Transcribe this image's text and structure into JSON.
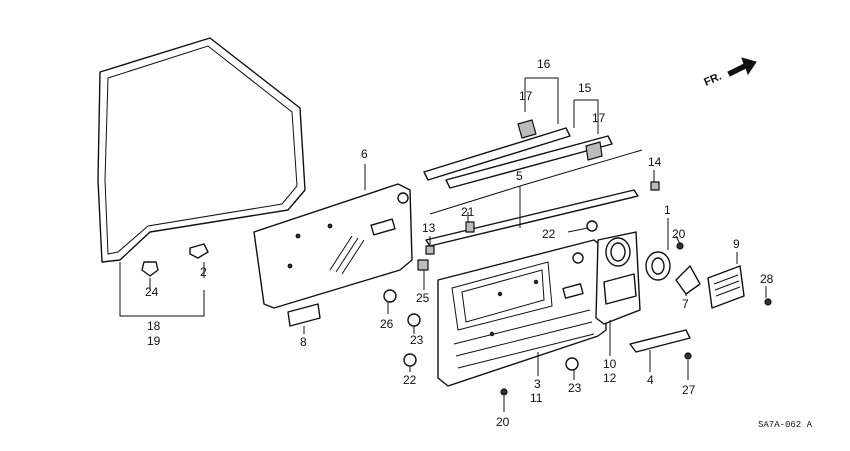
{
  "callouts": [
    "16",
    "17",
    "15",
    "17",
    "6",
    "5",
    "14",
    "21",
    "22",
    "13",
    "1",
    "20",
    "9",
    "28",
    "24",
    "2",
    "18",
    "19",
    "8",
    "25",
    "26",
    "23",
    "22",
    "20",
    "3",
    "11",
    "23",
    "10",
    "12",
    "4",
    "27",
    "7"
  ],
  "direction_label": "FR.",
  "diagram_code": "SA7A-062 A"
}
